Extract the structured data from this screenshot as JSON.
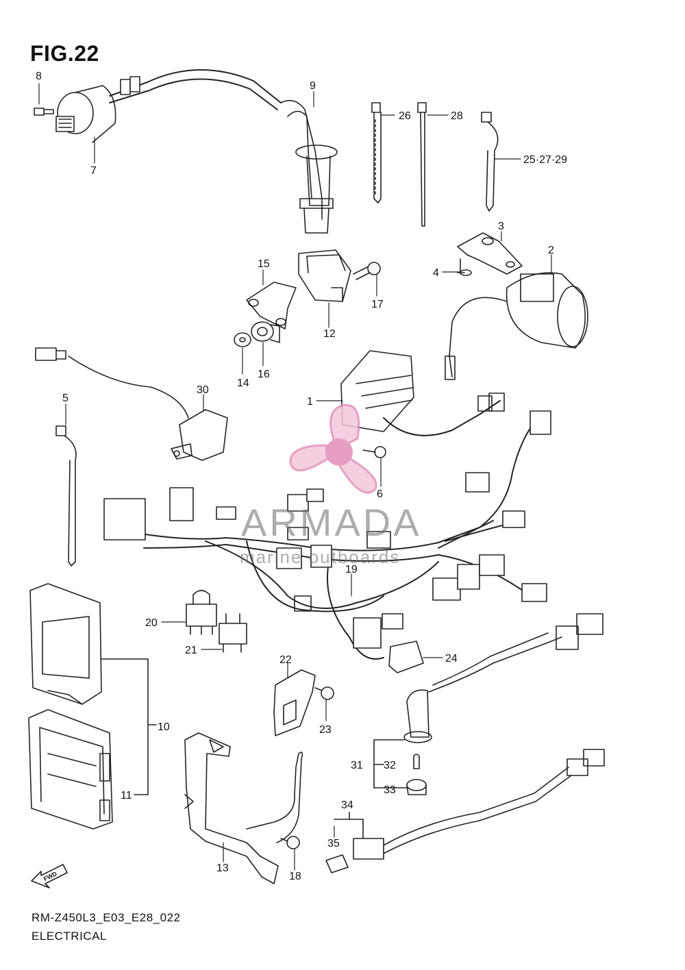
{
  "figure": {
    "title": "FIG.22",
    "code": "RM-Z450L3_E03_E28_022",
    "section": "ELECTRICAL"
  },
  "watermark": {
    "brand": "ARMADA",
    "tagline": "marine outboards",
    "logo": "propeller-logo",
    "color": "#e28fb8"
  },
  "fwd_badge": "FWD",
  "callouts": {
    "c1": "1",
    "c2": "2",
    "c3": "3",
    "c4": "4",
    "c5": "5",
    "c6": "6",
    "c7": "7",
    "c8": "8",
    "c9": "9",
    "c10": "10",
    "c11": "11",
    "c12": "12",
    "c13": "13",
    "c14": "14",
    "c15": "15",
    "c16": "16",
    "c17": "17",
    "c18": "18",
    "c19": "19",
    "c20": "20",
    "c21": "21",
    "c22": "22",
    "c23": "23",
    "c24": "24",
    "c25": "25·27·29",
    "c26": "26",
    "c28": "28",
    "c30": "30",
    "c31": "31",
    "c32": "32",
    "c33": "33",
    "c34": "34",
    "c35": "35"
  }
}
